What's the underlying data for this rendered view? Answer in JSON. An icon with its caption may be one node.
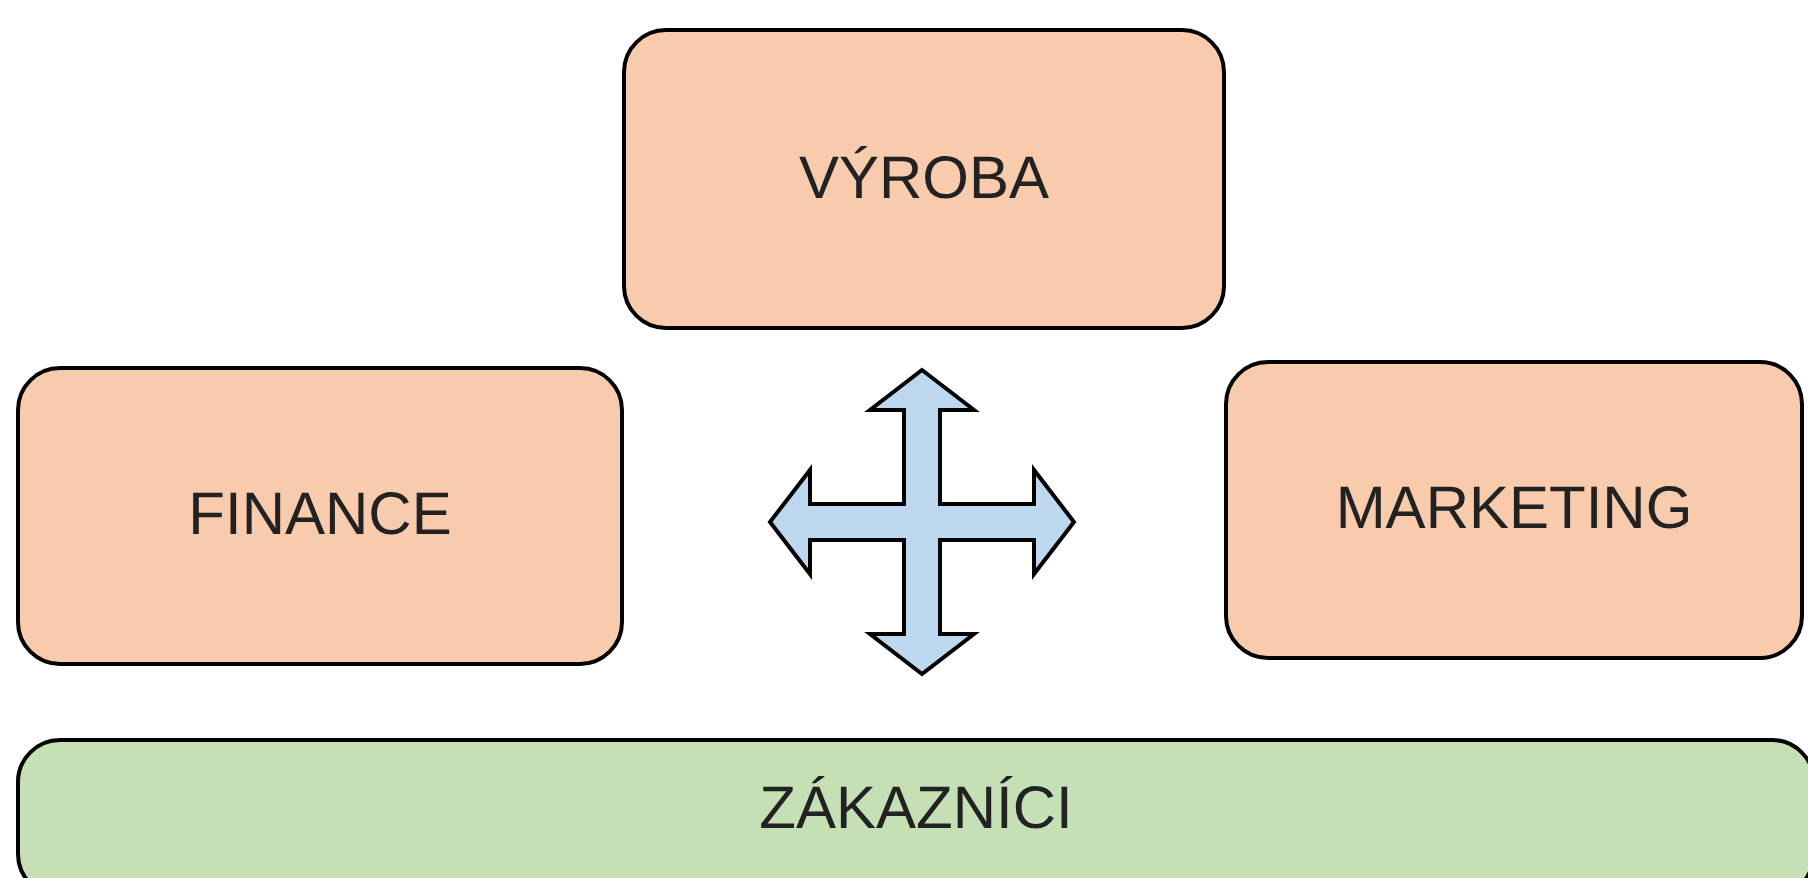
{
  "diagram": {
    "nodes": [
      {
        "text": [
          "VÝROBA"
        ]
      },
      {
        "text": [
          "FINANCE"
        ]
      },
      {
        "text": [
          "MARKETING"
        ]
      },
      {
        "text": [
          "ZÁKAZNÍCI"
        ]
      }
    ]
  }
}
